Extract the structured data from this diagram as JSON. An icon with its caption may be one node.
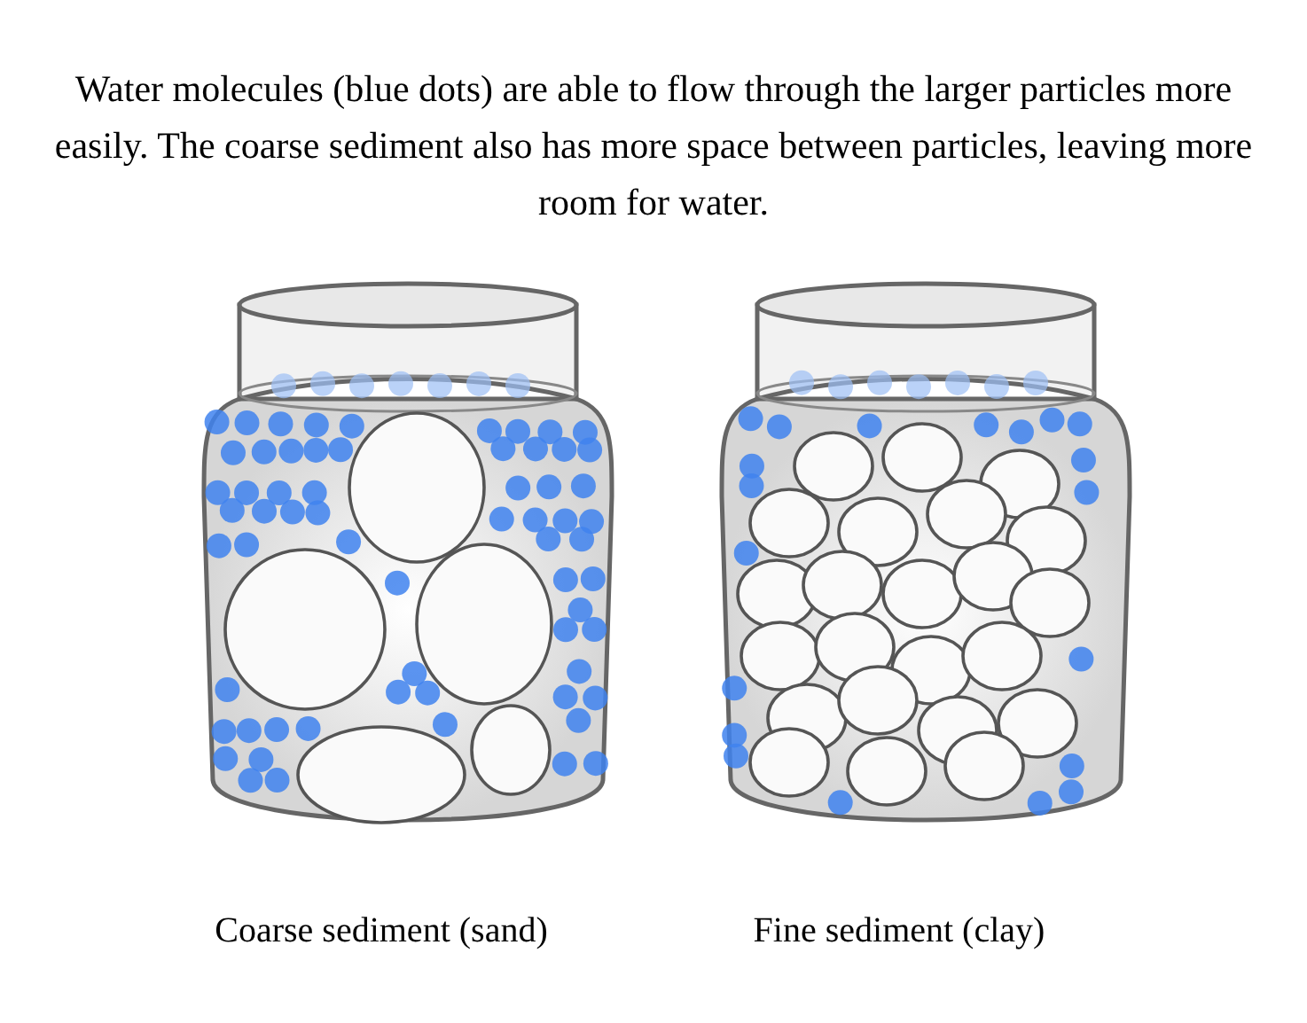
{
  "diagram": {
    "title": "Water molecules (blue dots) are able to flow through the larger particles more easily. The coarse sediment also has more space between particles, leaving more room for water.",
    "labels": [
      "Coarse sediment (sand)",
      "Fine sediment (clay)"
    ]
  }
}
